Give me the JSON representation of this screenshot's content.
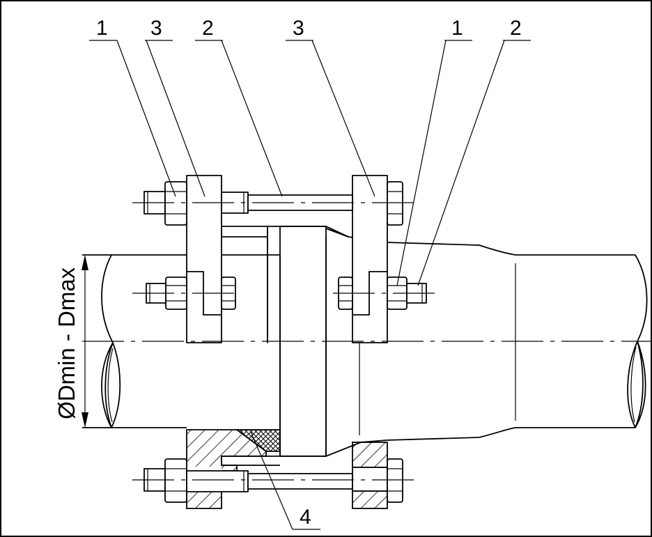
{
  "callouts": [
    {
      "id": "left-1",
      "text": "1"
    },
    {
      "id": "left-3",
      "text": "3"
    },
    {
      "id": "left-2",
      "text": "2"
    },
    {
      "id": "mid-3",
      "text": "3"
    },
    {
      "id": "right-1",
      "text": "1"
    },
    {
      "id": "right-2",
      "text": "2"
    },
    {
      "id": "bottom-4",
      "text": "4"
    }
  ],
  "dimension": {
    "text": "ØDmin - Dmax"
  },
  "colors": {
    "line": "#000000",
    "background": "#ffffff"
  }
}
